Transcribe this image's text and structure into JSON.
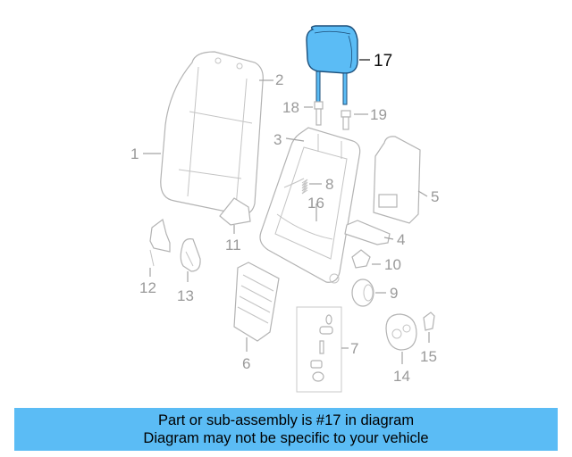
{
  "diagram": {
    "highlight_color": "#5bbcf5",
    "callouts": {
      "c1": "1",
      "c2": "2",
      "c3": "3",
      "c4": "4",
      "c5": "5",
      "c6": "6",
      "c7": "7",
      "c8": "8",
      "c9": "9",
      "c10": "10",
      "c11": "11",
      "c12": "12",
      "c13": "13",
      "c14": "14",
      "c15": "15",
      "c16": "16",
      "c17": "17",
      "c18": "18",
      "c19": "19"
    }
  },
  "banner": {
    "line1": "Part or sub-assembly is #17 in diagram",
    "line2": "Diagram may not be specific to your vehicle"
  }
}
